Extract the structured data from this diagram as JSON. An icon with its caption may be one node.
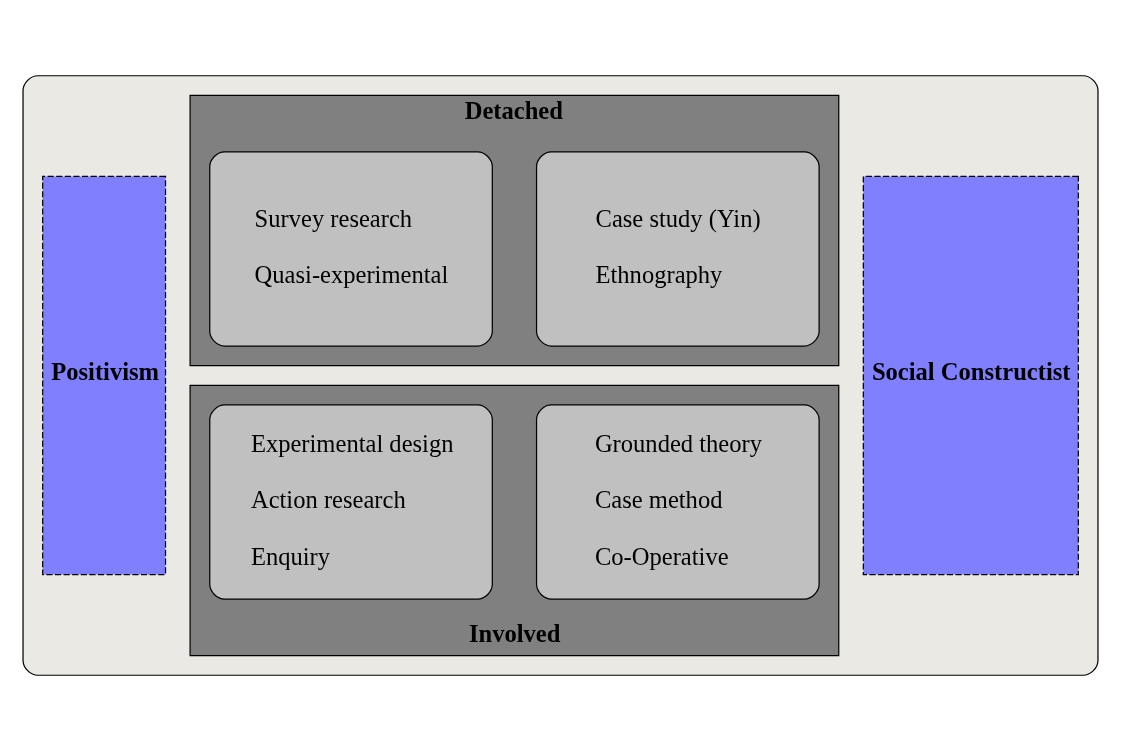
{
  "diagram": {
    "nodes": [
      {
        "text": [],
        "shape": "box"
      },
      {
        "text": [
          "Positivism"
        ],
        "in": 0
      },
      {
        "text": [
          "Detached"
        ],
        "in": 0
      },
      {
        "text": [
          "Survey research",
          "Quasi-experimental"
        ],
        "in": 2
      },
      {
        "text": [
          "Case study (Yin)",
          "Ethnography"
        ],
        "in": 2
      },
      {
        "text": [
          "Involved"
        ],
        "in": 0
      },
      {
        "text": [
          "Experimental design",
          "Action research",
          "Enquiry"
        ],
        "in": 5
      },
      {
        "text": [
          "Grounded theory",
          "Case method",
          "Co-Operative"
        ],
        "in": 5
      },
      {
        "text": [
          "Social Constructist"
        ],
        "in": 0
      }
    ],
    "edges": []
  }
}
